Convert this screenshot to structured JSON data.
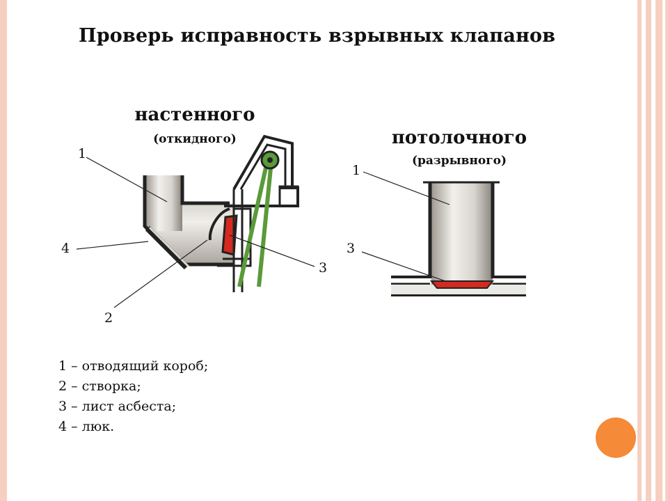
{
  "title": "Проверь исправность взрывных клапанов",
  "wall_valve": {
    "heading": "настенного",
    "subheading": "(откидного)",
    "labels": [
      "1",
      "4",
      "2",
      "3"
    ]
  },
  "ceiling_valve": {
    "heading": "потолочного",
    "subheading": "(разрывного)",
    "labels": [
      "1",
      "3"
    ]
  },
  "legend": [
    "1 – отводящий короб;",
    "2 – створка;",
    "3 – лист асбеста;",
    "4 – люк."
  ],
  "colors": {
    "accent_circle": "#f58a38",
    "stripe": "#f6cfc0",
    "lever": "#5a9a3a",
    "asbestos": "#d42a1f"
  }
}
